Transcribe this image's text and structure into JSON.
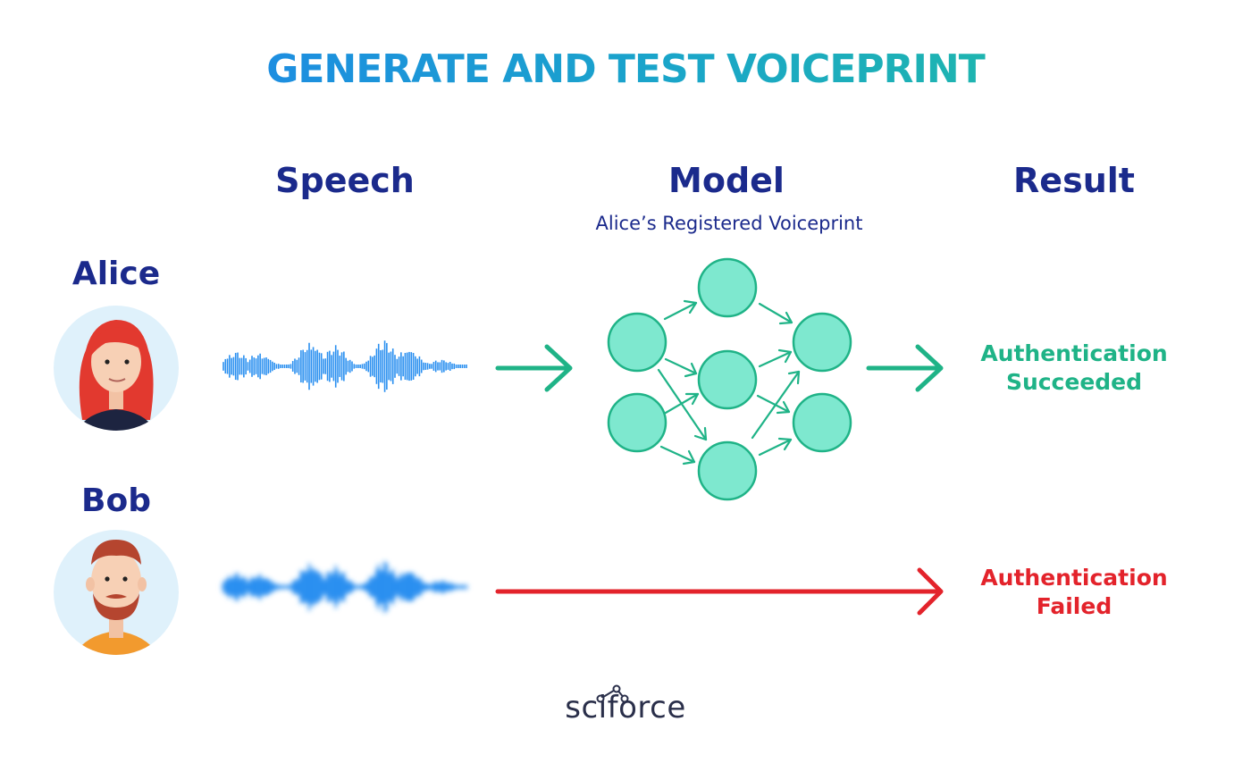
{
  "title": "GENERATE AND TEST VOICEPRINT",
  "columns": {
    "speech": "Speech",
    "model": "Model",
    "model_subtitle": "Alice’s Registered Voiceprint",
    "result": "Result"
  },
  "people": {
    "alice": {
      "name": "Alice",
      "result_line1": "Authentication",
      "result_line2": "Succeeded",
      "result_color": "#1fb387"
    },
    "bob": {
      "name": "Bob",
      "result_line1": "Authentication",
      "result_line2": "Failed",
      "result_color": "#e3232b"
    }
  },
  "logo": "sciforce",
  "colors": {
    "heading": "#1b2a8c",
    "wave": "#2a8ff0",
    "node_fill": "#7ee8cf",
    "node_stroke": "#1fb387",
    "success": "#1fb387",
    "failure": "#e3232b"
  },
  "icons": [
    "alice-avatar-icon",
    "bob-avatar-icon",
    "waveform-icon",
    "neural-network-icon",
    "arrow-right-icon"
  ]
}
